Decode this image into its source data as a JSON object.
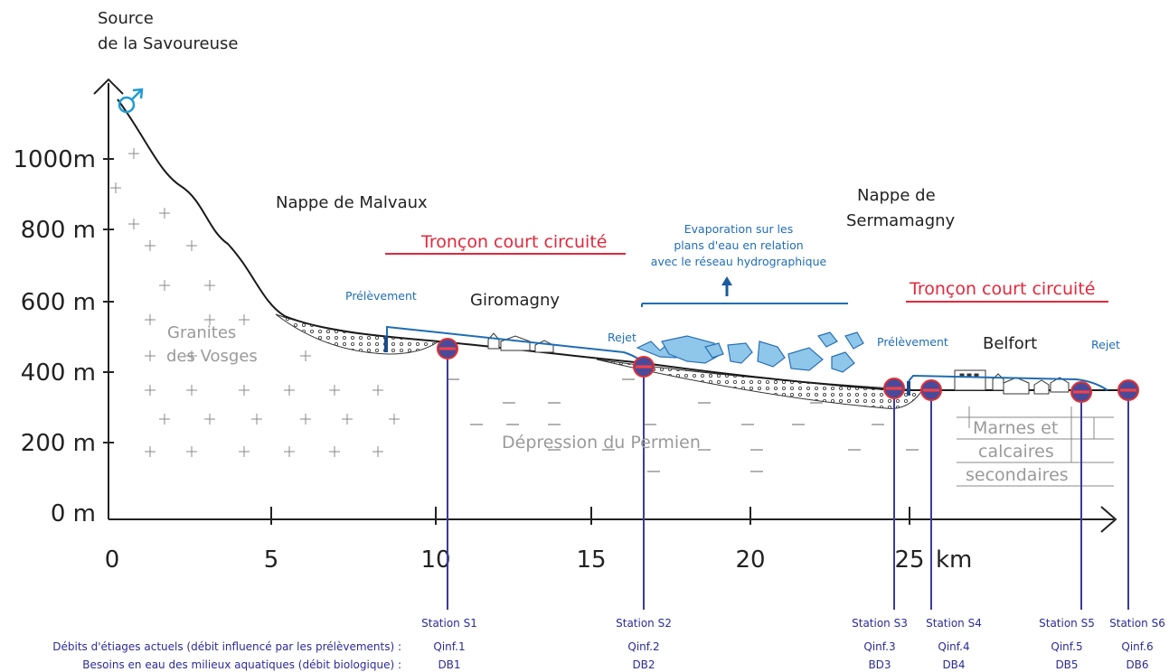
{
  "source_label": [
    "Source",
    "de la Savoureuse"
  ],
  "y_ticks": [
    "1000m",
    "800 m",
    "600 m",
    "400 m",
    "200 m",
    "0 m"
  ],
  "x_ticks": [
    "0",
    "5",
    "10",
    "15",
    "20",
    "25"
  ],
  "x_unit": "km",
  "labels": {
    "nappe_malvaux": "Nappe de Malvaux",
    "nappe_sermamagny": [
      "Nappe de",
      "Sermamagny"
    ],
    "troncon1": "Tronçon court circuité",
    "troncon2": "Tronçon court circuité",
    "evaporation": [
      "Evaporation sur les",
      "plans d'eau en relation",
      "avec le réseau hydrographique"
    ],
    "prelevement1": "Prélèvement",
    "prelevement2": "Prélèvement",
    "rejet1": "Rejet",
    "rejet2": "Rejet",
    "giromagny": "Giromagny",
    "belfort": "Belfort",
    "granites": [
      "Granites",
      "des Vosges"
    ],
    "depression": "Dépression du Permien",
    "marnes": [
      "Marnes et",
      "calcaires",
      "secondaires"
    ]
  },
  "row_labels": {
    "debits": "Débits d'étiages actuels (débit influencé par les prélèvements) :",
    "besoins": "Besoins en eau des milieux aquatiques (débit biologique) :"
  },
  "stations": [
    {
      "name": "Station S1",
      "q": "Qinf.1",
      "db": "DB1"
    },
    {
      "name": "Station S2",
      "q": "Qinf.2",
      "db": "DB2"
    },
    {
      "name": "Station S3",
      "q": "Qinf.3",
      "db": "BD3"
    },
    {
      "name": "Station S4",
      "q": "Qinf.4",
      "db": "DB4"
    },
    {
      "name": "Station S5",
      "q": "Qinf.5",
      "db": "DB5"
    },
    {
      "name": "Station S6",
      "q": "Qinf.6",
      "db": "DB6"
    }
  ],
  "colors": {
    "axis": "#222222",
    "red_label": "#e3283c",
    "blue": "#1f6db5",
    "station_line": "#3a3aa0",
    "station_text": "#2b2b9a",
    "grey_text": "#9a9a9a",
    "lake_fill": "#8ec7ea",
    "lake_stroke": "#2a6fb4"
  },
  "icons": [
    "spring-icon",
    "station-marker-icon",
    "up-arrow-icon"
  ]
}
